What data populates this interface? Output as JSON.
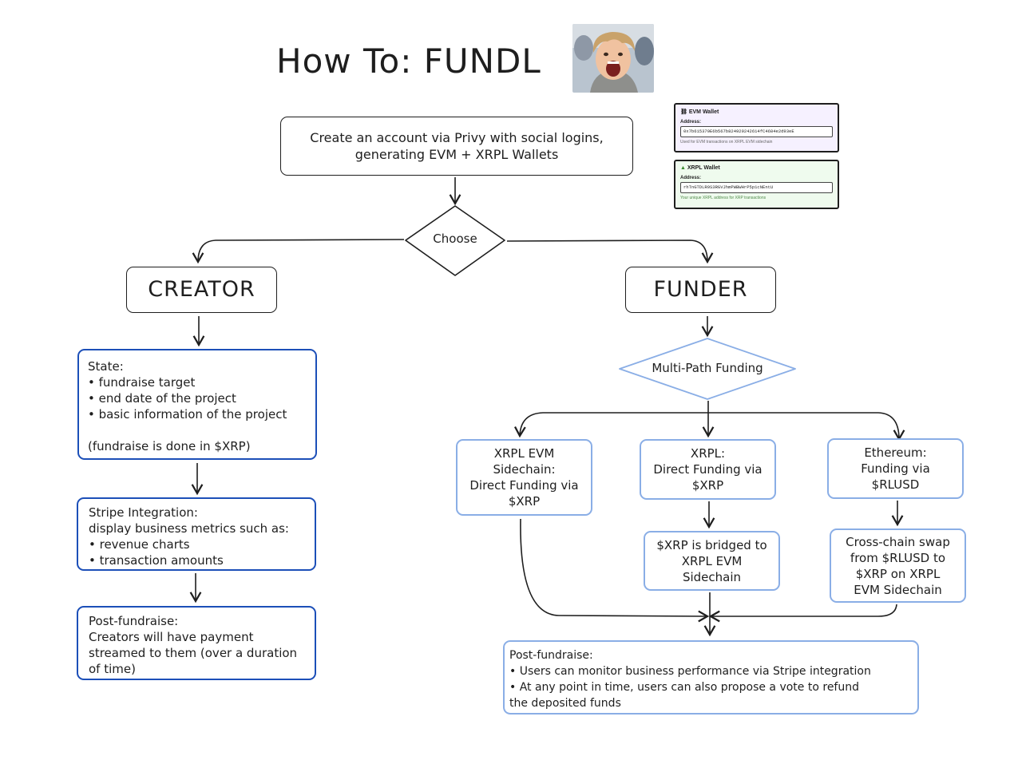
{
  "title": "How To: FUNDL",
  "photo_alt_icon": "excited-boy-photo",
  "start_box": {
    "lines": [
      "Create an account via Privy with social logins,",
      "generating EVM + XRPL Wallets"
    ]
  },
  "choose_label": "Choose",
  "creator": {
    "label": "CREATOR",
    "state_box": {
      "lines": [
        "State:",
        "• fundraise target",
        "• end date of the project",
        "• basic information of the project",
        "",
        "(fundraise is done in $XRP)"
      ]
    },
    "stripe_box": {
      "lines": [
        "Stripe Integration:",
        "display business metrics such as:",
        "• revenue charts",
        "• transaction amounts"
      ]
    },
    "post_box": {
      "lines": [
        "Post-fundraise:",
        "Creators will have payment",
        "streamed to them (over a duration",
        "of time)"
      ]
    }
  },
  "funder": {
    "label": "FUNDER",
    "multi_path_label": "Multi-Path Funding",
    "path_evm": {
      "lines": [
        "XRPL EVM",
        "Sidechain:",
        "Direct Funding via",
        "$XRP"
      ]
    },
    "path_xrpl": {
      "lines": [
        "XRPL:",
        "Direct Funding via",
        "$XRP"
      ]
    },
    "path_eth": {
      "lines": [
        "Ethereum:",
        "Funding via",
        "$RLUSD"
      ]
    },
    "bridge_box": {
      "lines": [
        "$XRP is bridged to",
        "XRPL EVM",
        "Sidechain"
      ]
    },
    "swap_box": {
      "lines": [
        "Cross-chain swap",
        "from $RLUSD to",
        "$XRP on XRPL",
        "EVM Sidechain"
      ]
    },
    "post_box": {
      "lines": [
        "Post-fundraise:",
        "• Users can monitor business performance via Stripe integration",
        "• At any point in time, users can also propose a vote to refund",
        "the deposited funds"
      ]
    }
  },
  "wallets": {
    "evm": {
      "icon": "link-icon",
      "title": "EVM Wallet",
      "address_label": "Address:",
      "address": "0x7b615379E6b567b824929242614fC4684e2d93eE",
      "note": "Used for EVM transactions on XRPL EVM sidechain",
      "bg": "#f6f1ff"
    },
    "xrpl": {
      "icon": "tree-icon",
      "title": "XRPL Wallet",
      "address_label": "Address:",
      "address": "rhTnGTDLR9S3RGVJhmPWBWHrP5p1cNEntU",
      "note": "Your unique XRPL address for XRP transactions",
      "bg": "#effbee"
    }
  },
  "colors": {
    "dark_blue": "#1c4fb8",
    "light_blue": "#8aaee6",
    "ink": "#1e1e1e"
  }
}
